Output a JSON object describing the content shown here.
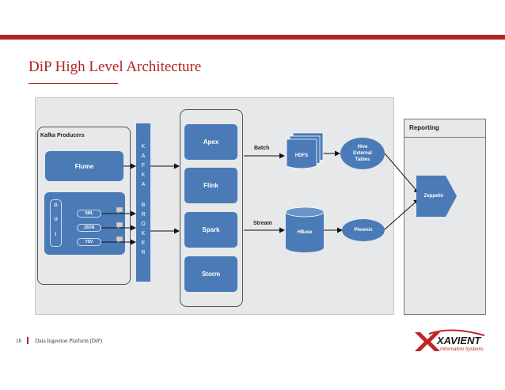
{
  "colors": {
    "accent": "#b22222",
    "box_blue": "#4a7bb7",
    "panel_gray": "#e6e8ea"
  },
  "slide": {
    "title": "DiP High Level Architecture",
    "page_number": "18",
    "footer_text": "Data Ingestion Platform (DiP)"
  },
  "diagram": {
    "producers_label": "Kafka Producers",
    "flume": "Flume",
    "gui_letters": [
      "G",
      "U",
      "I"
    ],
    "formats": [
      "XML",
      "JSON",
      "TSV"
    ],
    "kafka_letters": [
      "K",
      "A",
      "F",
      "K",
      "A",
      "B",
      "R",
      "O",
      "K",
      "E",
      "R"
    ],
    "engines": [
      "Apex",
      "Flink",
      "Spark",
      "Storm"
    ],
    "batch_label": "Batch",
    "stream_label": "Stream",
    "hdfs": "HDFS",
    "hbase": "HBase",
    "hive": [
      "Hive",
      "External",
      "Tables"
    ],
    "phoenix": "Phoenix",
    "reporting_title": "Reporting",
    "zeppelin": "Zeppelin"
  },
  "logo": {
    "brand": "XAVIENT",
    "tagline": "Information Systems"
  }
}
